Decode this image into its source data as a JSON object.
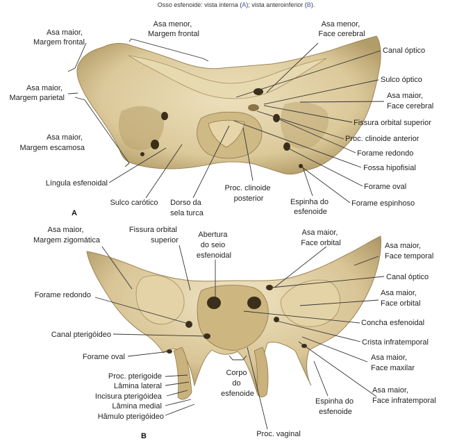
{
  "title": {
    "pre": "Osso esfenoide: vista interna (",
    "a": "A",
    "mid": "); vista anteroinferior (",
    "b": "B",
    "post": ")."
  },
  "colors": {
    "accent": "#3a56b0",
    "bone": "#dcc99a",
    "bone_dark": "#b29c68",
    "bone_light": "#ece0bd",
    "shadow": "#7d6a45",
    "leader": "#333333"
  },
  "panels": {
    "a": "A",
    "b": "B"
  },
  "labels_a": {
    "asa_maior_margem_frontal": [
      "Asa maior,",
      "Margem frontal"
    ],
    "asa_menor_margem_frontal": [
      "Asa menor,",
      "Margem frontal"
    ],
    "asa_menor_face_cerebral": [
      "Asa menor,",
      "Face cerebral"
    ],
    "canal_optico": [
      "Canal óptico"
    ],
    "asa_maior_margem_parietal": [
      "Asa maior,",
      "Margem parietal"
    ],
    "sulco_optico": [
      "Sulco óptico"
    ],
    "asa_maior_face_cerebral": [
      "Asa maior,",
      "Face cerebral"
    ],
    "fissura_orbital_superior": [
      "Fissura orbital superior"
    ],
    "asa_maior_margem_escamosa": [
      "Asa maior,",
      "Margem escamosa"
    ],
    "proc_clinoide_anterior": [
      "Proc. clinoide anterior"
    ],
    "forame_redondo": [
      "Forame redondo"
    ],
    "fossa_hipofisial": [
      "Fossa hipofisial"
    ],
    "lingula_esfenoidal": [
      "Língula esfenoidal"
    ],
    "forame_oval": [
      "Forame oval"
    ],
    "proc_clinoide_posterior": [
      "Proc. clinoide",
      "posterior"
    ],
    "sulco_carotico": [
      "Sulco carótico"
    ],
    "dorso_sela_turca": [
      "Dorso da",
      "sela turca"
    ],
    "espinha_esfenoide": [
      "Espinha do",
      "esfenoide"
    ],
    "forame_espinhoso": [
      "Forame espinhoso"
    ]
  },
  "labels_b": {
    "asa_maior_margem_zigomatica": [
      "Asa maior,",
      "Margem zigomática"
    ],
    "fissura_orbital_superior": [
      "Fissura orbital",
      "superior"
    ],
    "abertura_seio": [
      "Abertura",
      "do seio",
      "esfenoidal"
    ],
    "asa_maior_face_orbital_top": [
      "Asa maior,",
      "Face orbital"
    ],
    "asa_maior_face_temporal": [
      "Asa maior,",
      "Face temporal"
    ],
    "canal_optico": [
      "Canal óptico"
    ],
    "forame_redondo": [
      "Forame redondo"
    ],
    "asa_maior_face_orbital_right": [
      "Asa maior,",
      "Face orbital"
    ],
    "concha_esfenoidal": [
      "Concha esfenoidal"
    ],
    "canal_pterigoideo": [
      "Canal pterigóideo"
    ],
    "crista_infratemporal": [
      "Crista infratemporal"
    ],
    "forame_oval": [
      "Forame oval"
    ],
    "asa_maior_face_maxilar": [
      "Asa maior,",
      "Face maxilar"
    ],
    "proc_pterigoide_stack": [
      "Proc. pterigoide",
      "Lâmina lateral",
      "Incisura pterigóidea",
      "Lâmina medial",
      "Hâmulo pterigóideo"
    ],
    "corpo_esfenoide": [
      "Corpo",
      "do",
      "esfenoide"
    ],
    "asa_maior_face_infratemporal": [
      "Asa maior,",
      "Face infratemporal"
    ],
    "espinha_esfenoide": [
      "Espinha do",
      "esfenoide"
    ],
    "proc_vaginal": [
      "Proc. vaginal"
    ]
  }
}
